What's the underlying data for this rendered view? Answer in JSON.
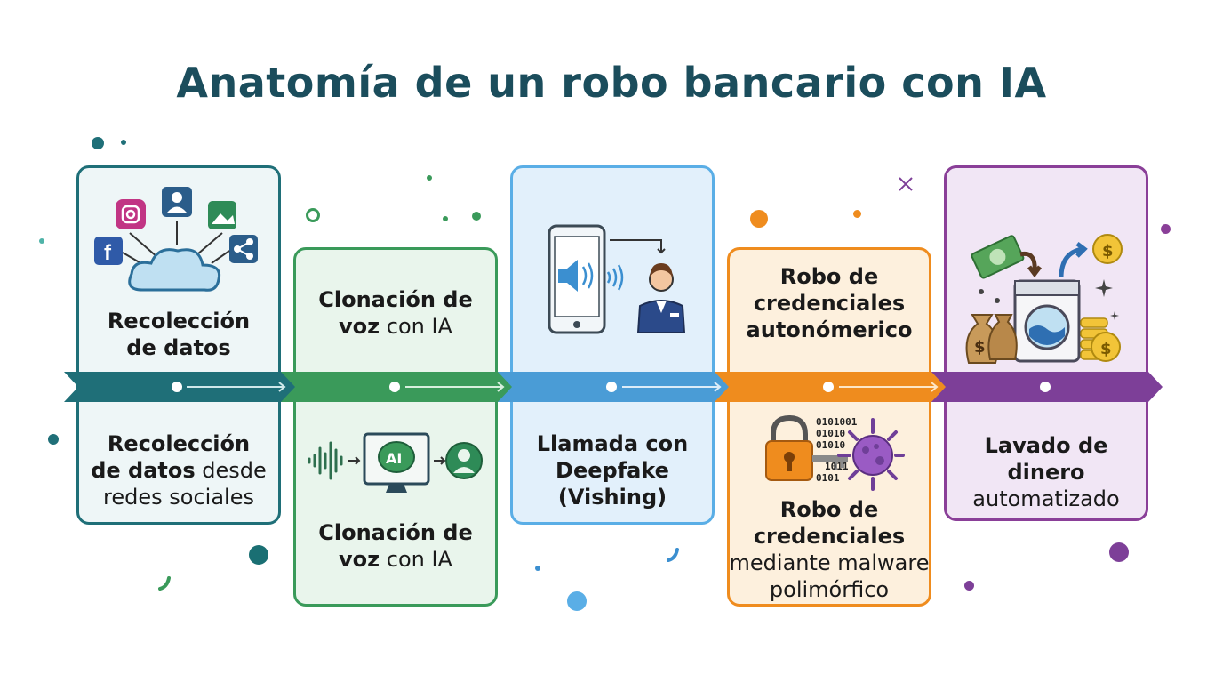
{
  "title": "Anatomía de un robo bancario con IA",
  "stages": [
    {
      "id": "s1",
      "top_bold_1": "Recolección",
      "top_bold_2": "de datos",
      "bottom_bold_1": "Recolección",
      "bottom_bold_2": "de datos",
      "bottom_normal_2": " desde",
      "bottom_normal_3": "redes sociales",
      "accent": "#1f6f78"
    },
    {
      "id": "s2",
      "top_bold_1": "Clonación de",
      "top_bold_2": "voz",
      "top_normal_2": " con IA",
      "bottom_bold_1": "Clonación de",
      "bottom_bold_2": "voz",
      "bottom_normal_2": " con IA",
      "icon_label": "AI",
      "accent": "#2e8b57"
    },
    {
      "id": "s3",
      "bottom_bold_1": "Llamada con",
      "bottom_bold_2": "Deepfake",
      "bottom_bold_3": "(Vishing)",
      "accent": "#3b8fd0"
    },
    {
      "id": "s4",
      "top_bold_1": "Robo de",
      "top_bold_2": "credenciales",
      "top_bold_3": "autonómerico",
      "bottom_bold_1": "Robo de",
      "bottom_bold_2": "credenciales",
      "bottom_normal_3": "mediante malware",
      "bottom_normal_4": "polimórfico",
      "binary": [
        "0101001",
        "01010",
        "01010",
        "1011",
        "0101"
      ],
      "accent": "#ef8c1e"
    },
    {
      "id": "s5",
      "bottom_bold_1": "Lavado de dinero",
      "bottom_normal_2": "automatizado",
      "dollar": "$",
      "accent": "#7d3f98"
    }
  ]
}
